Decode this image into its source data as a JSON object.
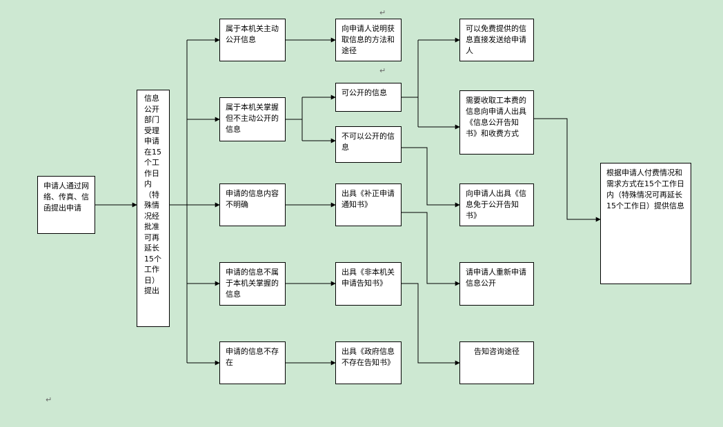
{
  "nodes": {
    "start": "申请人通过网络、传真、信函提出申请",
    "dept": "信息公开部门受理申请在15个工作日内（特殊情况经批准可再延长15个工作日）提出",
    "active": "属于本机关主动公开信息",
    "holdNotActive": "属于本机关掌握但不主动公开的信息",
    "unclear": "申请的信息内容不明确",
    "notHeld": "申请的信息不属于本机关掌握的信息",
    "notExist": "申请的信息不存在",
    "explain": "向申请人说明获取信息的方法和途径",
    "canOpen": "可公开的信息",
    "cannotOpen": "不可以公开的信息",
    "supplement": "出具《补正申请通知书》",
    "notThisAgency": "出具《非本机关申请告知书》",
    "notExistNotice": "出具《政府信息不存在告知书》",
    "freeSend": "可以免费提供的信息直接发送给申请人",
    "feeCharge": "需要收取工本费的信息向申请人出具《信息公开告知书》和收费方式",
    "exemptNotice": "向申请人出具《信息免于公开告知书》",
    "reapply": "请申请人重新申请信息公开",
    "consult": "告知咨询途径",
    "final": "根据申请人付费情况和需求方式在15个工作日内（特殊情况可再延长15个工作日）提供信息"
  },
  "colors": {
    "background": "#cde8d2",
    "box": "#ffffff",
    "line": "#000000"
  }
}
